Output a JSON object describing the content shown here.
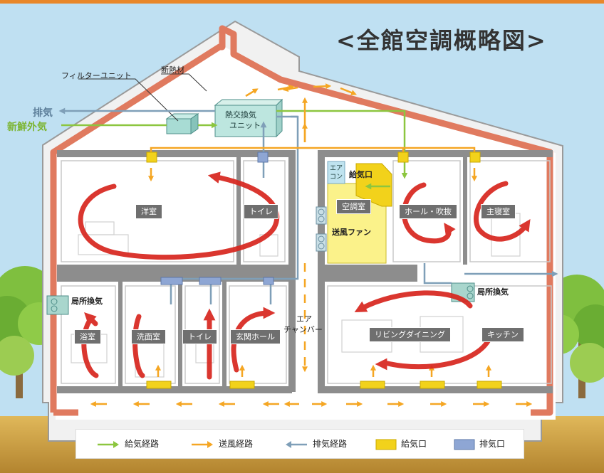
{
  "title": "<全館空調概略図>",
  "labels": {
    "insulation": "断熱材",
    "filter_unit": "フィルターユニット",
    "exhaust": "排気",
    "fresh_air": "新鮮外気",
    "heat_exchanger_line1": "熱交換気",
    "heat_exchanger_line2": "ユニット",
    "aircon_line1": "エア",
    "aircon_line2": "コン",
    "supply_port": "給気口",
    "air_room": "空調室",
    "blower_fan": "送風ファン",
    "chamber_line1": "エア",
    "chamber_line2": "チャンバー",
    "local_vent_left": "局所換気",
    "local_vent_right": "局所換気"
  },
  "rooms": {
    "western_room": "洋室",
    "toilet_upper": "トイレ",
    "hall_atrium": "ホール・吹抜",
    "master_bedroom": "主寝室",
    "bathroom": "浴室",
    "washroom": "洗面室",
    "toilet_lower": "トイレ",
    "entrance_hall": "玄関ホール",
    "living_dining": "リビングダイニング",
    "kitchen": "キッチン"
  },
  "legend": [
    {
      "label": "給気経路",
      "kind": "arrow",
      "color": "#8cc63f"
    },
    {
      "label": "送風経路",
      "kind": "arrow",
      "color": "#f5a623"
    },
    {
      "label": "排気経路",
      "kind": "arrow",
      "color": "#7f9fb8"
    },
    {
      "label": "給気口",
      "kind": "box",
      "color": "#f2d21b"
    },
    {
      "label": "排気口",
      "kind": "box",
      "color": "#8ea6d4"
    }
  ],
  "colors": {
    "supply": "#8cc63f",
    "blow": "#f5a623",
    "exhaust": "#7f9fb8",
    "supply_port": "#f2d21b",
    "exhaust_port": "#8ea6d4",
    "insulation": "#e07a5f",
    "circulation": "#d7261e",
    "title": "#333333"
  }
}
